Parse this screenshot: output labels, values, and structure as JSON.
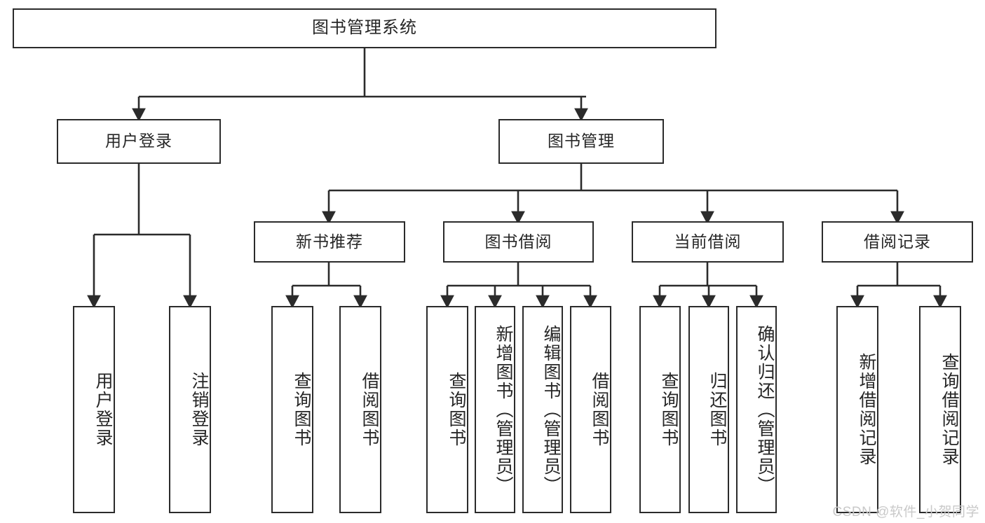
{
  "diagram": {
    "title": "图书管理系统",
    "watermark": "CSDN @软件_小贺同学",
    "root": {
      "label": "图书管理系统"
    },
    "level1": [
      {
        "label": "用户登录"
      },
      {
        "label": "图书管理"
      }
    ],
    "level2": [
      {
        "label": "新书推荐"
      },
      {
        "label": "图书借阅"
      },
      {
        "label": "当前借阅"
      },
      {
        "label": "借阅记录"
      }
    ],
    "leaves": {
      "user_login": [
        {
          "label": "用户登录"
        },
        {
          "label": "注销登录"
        }
      ],
      "new_book_recommend": [
        {
          "label": "查询图书"
        },
        {
          "label": "借阅图书"
        }
      ],
      "book_borrow": [
        {
          "label": "查询图书"
        },
        {
          "label": "新增图书（管理员）"
        },
        {
          "label": "编辑图书（管理员）"
        },
        {
          "label": "借阅图书"
        }
      ],
      "current_borrow": [
        {
          "label": "查询图书"
        },
        {
          "label": "归还图书"
        },
        {
          "label": "确认归还（管理员）"
        }
      ],
      "borrow_record": [
        {
          "label": "新增借阅记录"
        },
        {
          "label": "查询借阅记录"
        }
      ]
    },
    "colors": {
      "stroke": "#2b2b2b",
      "fill": "#ffffff",
      "text": "#262626",
      "watermark": "#c9c9c9"
    }
  }
}
